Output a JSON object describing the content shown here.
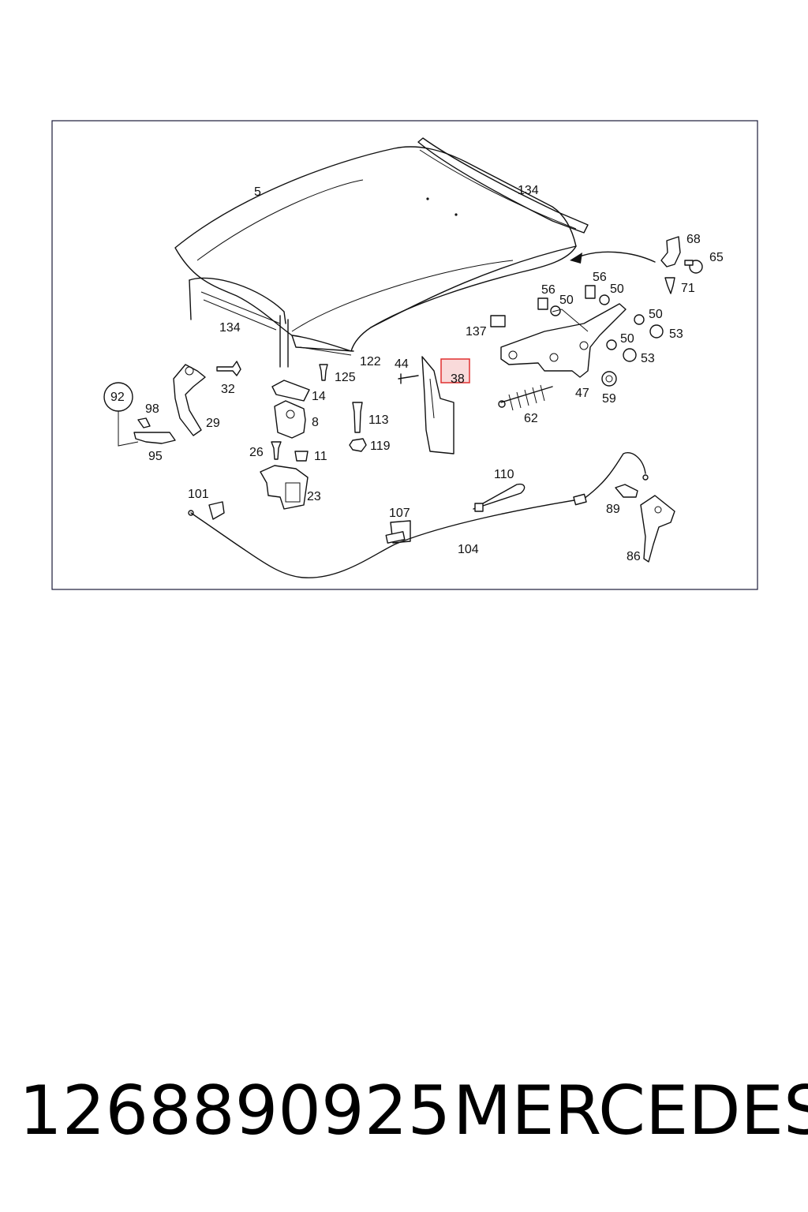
{
  "diagram": {
    "frame_color": "#1a1a3a",
    "highlight_color": "#e03030",
    "highlighted_callout": "38",
    "callouts": [
      {
        "id": "c-5",
        "text": "5"
      },
      {
        "id": "c-134a",
        "text": "134"
      },
      {
        "id": "c-68",
        "text": "68"
      },
      {
        "id": "c-65",
        "text": "65"
      },
      {
        "id": "c-71",
        "text": "71"
      },
      {
        "id": "c-56a",
        "text": "56"
      },
      {
        "id": "c-50a",
        "text": "50"
      },
      {
        "id": "c-56b",
        "text": "56"
      },
      {
        "id": "c-50b",
        "text": "50"
      },
      {
        "id": "c-50c",
        "text": "50"
      },
      {
        "id": "c-53a",
        "text": "53"
      },
      {
        "id": "c-50d",
        "text": "50"
      },
      {
        "id": "c-53b",
        "text": "53"
      },
      {
        "id": "c-134b",
        "text": "134"
      },
      {
        "id": "c-137",
        "text": "137"
      },
      {
        "id": "c-122",
        "text": "122"
      },
      {
        "id": "c-44",
        "text": "44"
      },
      {
        "id": "c-38",
        "text": "38"
      },
      {
        "id": "c-125",
        "text": "125"
      },
      {
        "id": "c-32",
        "text": "32"
      },
      {
        "id": "c-14",
        "text": "14"
      },
      {
        "id": "c-47",
        "text": "47"
      },
      {
        "id": "c-59",
        "text": "59"
      },
      {
        "id": "c-92",
        "text": "92"
      },
      {
        "id": "c-98",
        "text": "98"
      },
      {
        "id": "c-29",
        "text": "29"
      },
      {
        "id": "c-8",
        "text": "8"
      },
      {
        "id": "c-113",
        "text": "113"
      },
      {
        "id": "c-62",
        "text": "62"
      },
      {
        "id": "c-95",
        "text": "95"
      },
      {
        "id": "c-26",
        "text": "26"
      },
      {
        "id": "c-11",
        "text": "11"
      },
      {
        "id": "c-119",
        "text": "119"
      },
      {
        "id": "c-110",
        "text": "110"
      },
      {
        "id": "c-101",
        "text": "101"
      },
      {
        "id": "c-23",
        "text": "23"
      },
      {
        "id": "c-89",
        "text": "89"
      },
      {
        "id": "c-107",
        "text": "107"
      },
      {
        "id": "c-104",
        "text": "104"
      },
      {
        "id": "c-86",
        "text": "86"
      }
    ]
  },
  "caption": {
    "part_number": "1268890925",
    "brand": "MERCEDES"
  }
}
